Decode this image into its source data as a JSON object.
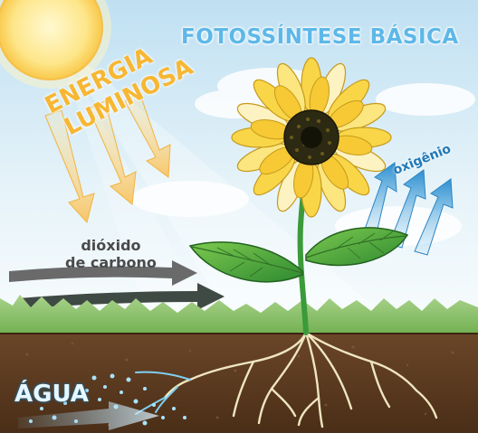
{
  "title": "FOTOSSÍNTESE BÁSICA",
  "labels": {
    "energy_line1": "ENERGIA",
    "energy_line2": "LUMINOSA",
    "co2_line1": "dióxido",
    "co2_line2": "de carbono",
    "oxygen": "oxigênio",
    "water": "ÁGUA"
  },
  "colors": {
    "title": "#5db8e8",
    "energy": "#f7b733",
    "oxygen": "#1f79b8",
    "co2": "#4a4a4a",
    "water": "#e8f7ff"
  }
}
